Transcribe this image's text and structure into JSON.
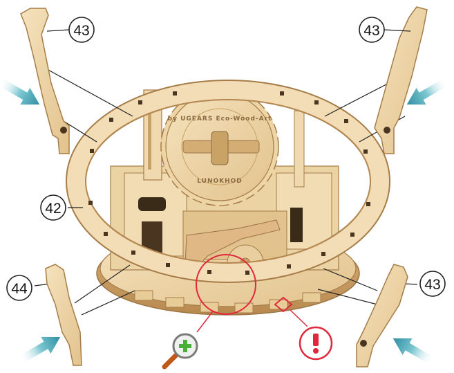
{
  "callouts": {
    "top_left": "43",
    "top_right": "43",
    "middle_left": "42",
    "bottom_left": "44",
    "bottom_right": "43"
  },
  "gear_engraving": {
    "top": "by UGEARS Eco-Wood-Art",
    "bottom": "LUNOKHOD"
  },
  "icons": {
    "zoom": "zoom-in-magnifier-icon",
    "warning": "warning-exclamation-icon"
  },
  "colors": {
    "wood_light": "#f1dcb4",
    "wood_mid": "#e6c994",
    "wood_dark": "#b88a52",
    "arrow_teal": "#3a9aaa",
    "highlight_red": "#e0283c",
    "zoom_green": "#4caf3a"
  }
}
